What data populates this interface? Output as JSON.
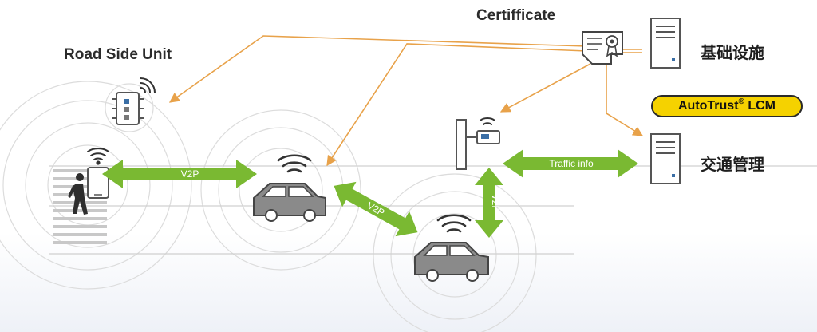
{
  "labels": {
    "road_side_unit": "Road Side Unit",
    "certificate": "Certifficate",
    "infrastructure": "基础设施",
    "traffic_management": "交通管理"
  },
  "badge": {
    "name": "AutoTrust",
    "registered": "®",
    "suffix": " LCM"
  },
  "links": {
    "v2p_horizontal": "V2P",
    "v2p_diagonal": "V2P",
    "v2p_vertical": "V2P",
    "traffic_info": "Traffic info"
  },
  "colors": {
    "link_green": "#7ab932",
    "cert_line_orange": "#e8a24a",
    "icon_gray": "#8a8a8a",
    "badge_yellow": "#f5d200"
  },
  "icons": [
    "wifi-icon",
    "rsu-device-icon",
    "pedestrian-icon",
    "smartphone-icon",
    "car-icon",
    "traffic-camera-icon",
    "server-icon",
    "certificate-icon"
  ]
}
